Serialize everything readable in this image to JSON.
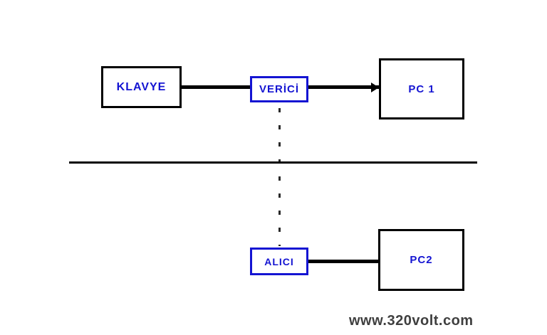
{
  "diagram": {
    "top_row": {
      "keyboard_label": "KLAVYE",
      "transmitter_label": "VERİCİ",
      "pc1_label": "PC 1"
    },
    "bottom_row": {
      "receiver_label": "ALICI",
      "pc2_label": "PC2"
    },
    "watermark": "www.320volt.com"
  },
  "colors": {
    "accent_blue": "#1414d2",
    "ink_black": "#000000",
    "dashed_line_gray": "#2a2a2a",
    "watermark_gray": "#3f3f3f",
    "background": "#ffffff"
  }
}
